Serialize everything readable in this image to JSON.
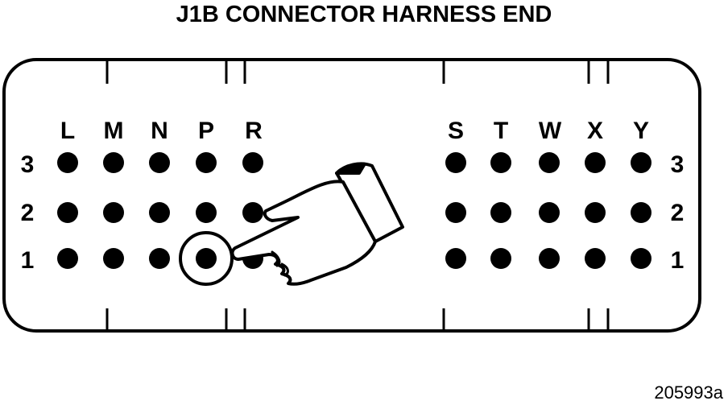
{
  "title": "J1B CONNECTOR HARNESS END",
  "figure_id": "205993a",
  "columns": [
    "L",
    "M",
    "N",
    "P",
    "R",
    "S",
    "T",
    "W",
    "X",
    "Y"
  ],
  "rows": [
    "3",
    "2",
    "1"
  ],
  "highlighted_pin": "P1",
  "pointer_icon": "pointing-hand-icon"
}
